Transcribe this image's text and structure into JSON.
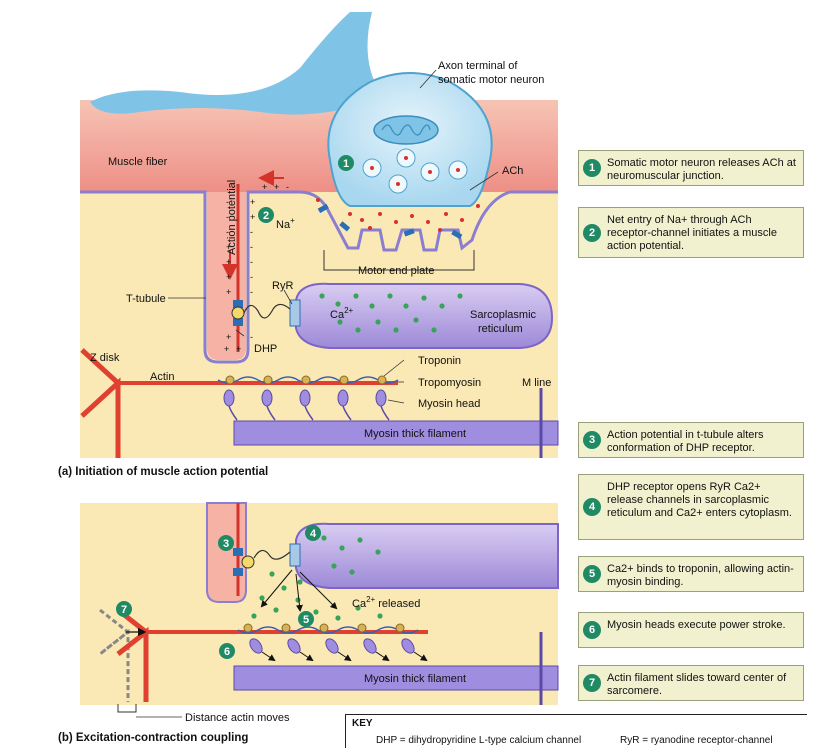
{
  "labels": {
    "axon_terminal": [
      "Axon terminal of",
      "somatic motor neuron"
    ],
    "muscle_fiber": "Muscle fiber",
    "ach": "ACh",
    "action_potential": "Action potential",
    "na": "Na",
    "na_sup": "+",
    "motor_end_plate": "Motor end plate",
    "ryr": "RyR",
    "t_tubule": "T-tubule",
    "ca": "Ca",
    "ca_sup": "2+",
    "sarcoplasmic": [
      "Sarcoplasmic",
      "reticulum"
    ],
    "dhp": "DHP",
    "z_disk": "Z disk",
    "actin": "Actin",
    "troponin": "Troponin",
    "tropomyosin": "Tropomyosin",
    "m_line": "M line",
    "myosin_head": "Myosin head",
    "myosin_thick_filament": "Myosin thick filament",
    "panel_a_title": "(a) Initiation of muscle action potential",
    "ca_released": "released",
    "distance_actin_moves": "Distance actin moves",
    "panel_b_title": "(b) Excitation-contraction coupling"
  },
  "steps": [
    {
      "num": "1",
      "text": "Somatic motor neuron releases ACh at neuromuscular junction."
    },
    {
      "num": "2",
      "text": "Net entry of Na+ through ACh receptor-channel initiates a muscle action potential."
    },
    {
      "num": "3",
      "text": "Action potential in t-tubule alters conformation of DHP receptor."
    },
    {
      "num": "4",
      "text": "DHP receptor opens RyR Ca2+ release channels in sarcoplasmic reticulum and Ca2+ enters cytoplasm."
    },
    {
      "num": "5",
      "text": "Ca2+ binds to troponin, allowing actin-myosin binding."
    },
    {
      "num": "6",
      "text": "Myosin heads execute power stroke."
    },
    {
      "num": "7",
      "text": "Actin filament slides toward center of sarcomere."
    }
  ],
  "key": {
    "title": "KEY",
    "dhp": "DHP = dihydropyridine L-type calcium channel",
    "ryr": "RyR = ryanodine receptor-channel"
  },
  "colors": {
    "cytoplasm": "#fbe9b5",
    "muscle_surface": "#f0a49a",
    "neuron": "#7fc3e6",
    "sr": "#b7a4e0",
    "myosin": "#9f8ee0",
    "actin": "#e04030",
    "step_green": "#1f8a63",
    "step_box": "#f2f1cf"
  }
}
